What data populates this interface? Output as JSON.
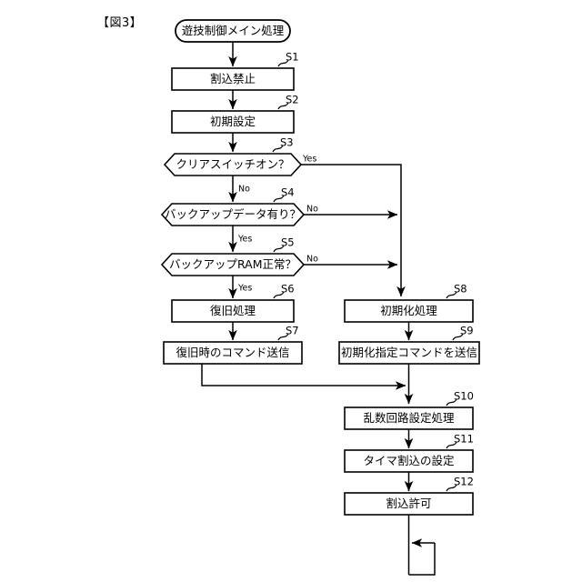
{
  "figure": {
    "label": "【図3】",
    "title_node": {
      "id": "start",
      "text": "遊技制御メイン処理",
      "shape": "stadium"
    }
  },
  "diagram": {
    "type": "flowchart",
    "orientation": "top-down",
    "nodes": [
      {
        "key": "start",
        "step": "",
        "text": "遊技制御メイン処理",
        "shape": "stadium"
      },
      {
        "key": "s1",
        "step": "S1",
        "text": "割込禁止",
        "shape": "process"
      },
      {
        "key": "s2",
        "step": "S2",
        "text": "初期設定",
        "shape": "process"
      },
      {
        "key": "s3",
        "step": "S3",
        "text": "クリアスイッチオン？",
        "shape": "decision"
      },
      {
        "key": "s4",
        "step": "S4",
        "text": "バックアップデータ有り？",
        "shape": "decision"
      },
      {
        "key": "s5",
        "step": "S5",
        "text": "バックアップRAM正常？",
        "shape": "decision"
      },
      {
        "key": "s6",
        "step": "S6",
        "text": "復旧処理",
        "shape": "process"
      },
      {
        "key": "s7",
        "step": "S7",
        "text": "復旧時のコマンド送信",
        "shape": "process"
      },
      {
        "key": "s8",
        "step": "S8",
        "text": "初期化処理",
        "shape": "process"
      },
      {
        "key": "s9",
        "step": "S9",
        "text": "初期化指定コマンドを送信",
        "shape": "process"
      },
      {
        "key": "s10",
        "step": "S10",
        "text": "乱数回路設定処理",
        "shape": "process"
      },
      {
        "key": "s11",
        "step": "S11",
        "text": "タイマ割込の設定",
        "shape": "process"
      },
      {
        "key": "s12",
        "step": "S12",
        "text": "割込許可",
        "shape": "process"
      }
    ],
    "branch_labels": {
      "s3_yes": "Yes",
      "s3_no": "No",
      "s4_no": "No",
      "s4_yes": "Yes",
      "s5_no": "No",
      "s5_yes": "Yes"
    },
    "edges": [
      {
        "from": "start",
        "to": "s1",
        "label": ""
      },
      {
        "from": "s1",
        "to": "s2",
        "label": ""
      },
      {
        "from": "s2",
        "to": "s3",
        "label": ""
      },
      {
        "from": "s3",
        "to": "s4",
        "label": "No"
      },
      {
        "from": "s3",
        "to": "s8",
        "label": "Yes"
      },
      {
        "from": "s4",
        "to": "s5",
        "label": "Yes"
      },
      {
        "from": "s4",
        "to": "s8",
        "label": "No"
      },
      {
        "from": "s5",
        "to": "s6",
        "label": "Yes"
      },
      {
        "from": "s5",
        "to": "s8",
        "label": "No"
      },
      {
        "from": "s6",
        "to": "s7",
        "label": ""
      },
      {
        "from": "s7",
        "to": "s10",
        "label": ""
      },
      {
        "from": "s8",
        "to": "s9",
        "label": ""
      },
      {
        "from": "s9",
        "to": "s10",
        "label": ""
      },
      {
        "from": "s10",
        "to": "s11",
        "label": ""
      },
      {
        "from": "s11",
        "to": "s12",
        "label": ""
      },
      {
        "from": "s12",
        "to": "loop",
        "label": ""
      }
    ],
    "loop": {
      "description": "infinite-loop-back",
      "label": ""
    }
  },
  "colors": {
    "stroke": "#000000",
    "fill": "#ffffff",
    "background": "#ffffff"
  }
}
